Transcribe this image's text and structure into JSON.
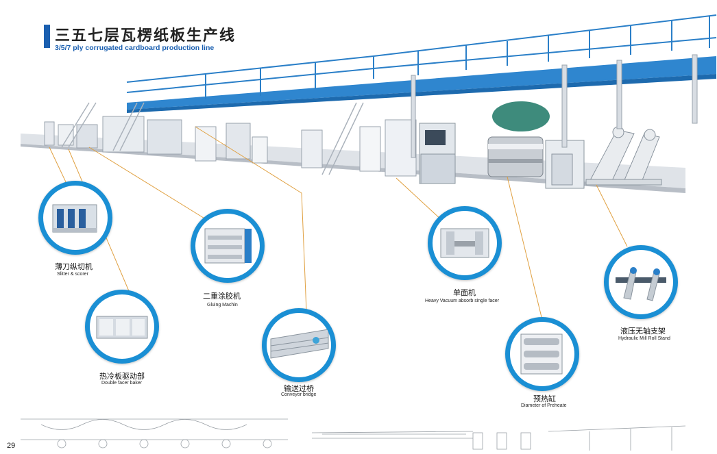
{
  "header": {
    "title_cn": "三五七层瓦楞纸板生产线",
    "title_en": "3/5/7 ply corrugated cardboard production line"
  },
  "callouts": [
    {
      "id": "slitter",
      "label_cn": "薄刀纵切机",
      "label_en": "Slitter & scorer"
    },
    {
      "id": "double_facer",
      "label_cn": "热冷板驱动部",
      "label_en": "Double facer baker"
    },
    {
      "id": "gluing",
      "label_cn": "二重涂胶机",
      "label_en": "Gluing Machin"
    },
    {
      "id": "conveyor",
      "label_cn": "输送过桥",
      "label_en": "Conveyor bridge"
    },
    {
      "id": "single_facer",
      "label_cn": "单面机",
      "label_en": "Heavy Vacuum absorb single facer"
    },
    {
      "id": "preheater",
      "label_cn": "预热缸",
      "label_en": "Diameter of Preheate"
    },
    {
      "id": "mill_roll",
      "label_cn": "液压无轴支架",
      "label_en": "Hydraulic Mill Roll Stand"
    }
  ],
  "footer": {
    "page_number": "29"
  },
  "colors": {
    "accent_blue": "#1a8fd4",
    "title_blue": "#1a5fb0",
    "leader_orange": "#e0a040",
    "rail_blue": "#2a7fc8"
  }
}
